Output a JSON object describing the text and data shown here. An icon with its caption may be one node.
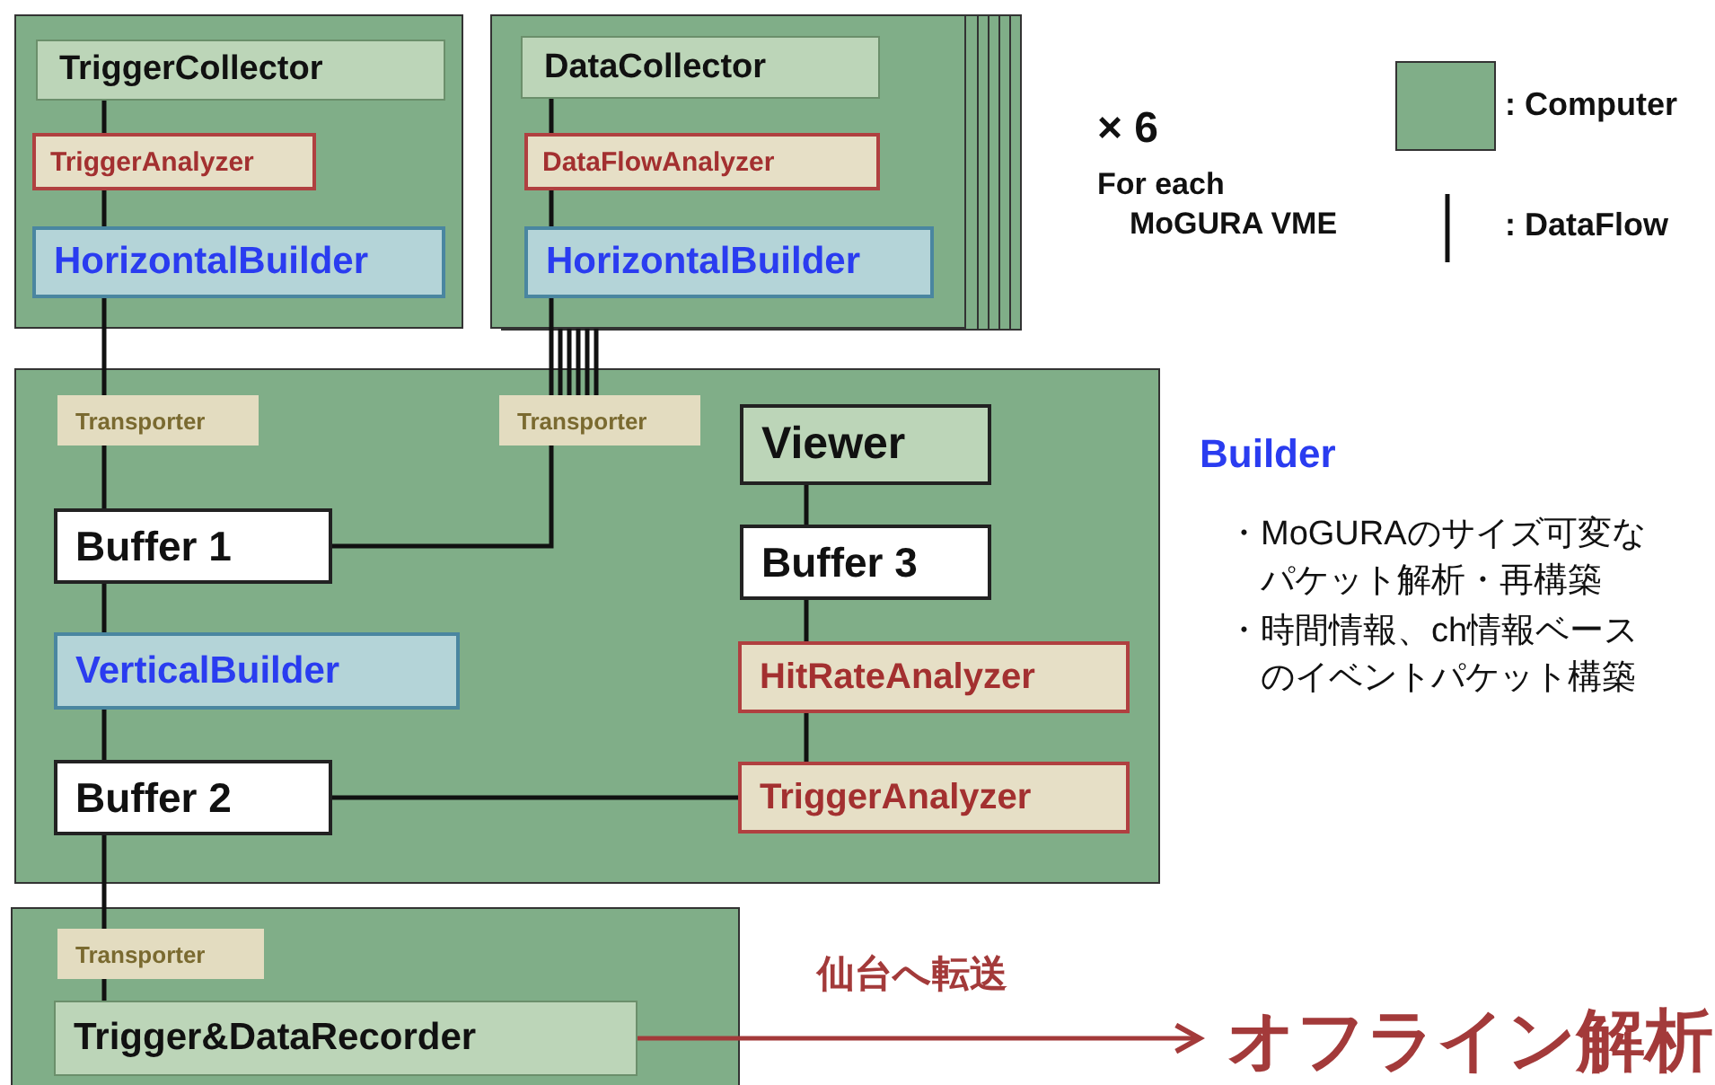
{
  "diagram": {
    "nodes": [
      {
        "text": [],
        "shape": "box"
      },
      {
        "text": [
          "TriggerCollector"
        ],
        "in": 0
      },
      {
        "text": [
          "TriggerAnalyzer"
        ],
        "in": 0
      },
      {
        "text": [
          "HorizontalBuilder"
        ],
        "in": 0
      },
      {
        "text": [],
        "shape": "box"
      },
      {
        "text": [
          "DataCollector"
        ],
        "in": 4
      },
      {
        "text": [
          "DataFlowAnalyzer"
        ],
        "in": 4
      },
      {
        "text": [
          "HorizontalBuilder"
        ],
        "in": 4
      },
      {
        "text": [],
        "shape": "box"
      },
      {
        "text": [
          "Transporter"
        ],
        "in": 8
      },
      {
        "text": [
          "Transporter"
        ],
        "in": 8
      },
      {
        "text": [
          "Viewer"
        ],
        "in": 8
      },
      {
        "text": [
          "Buffer 1"
        ],
        "in": 8
      },
      {
        "text": [
          "Buffer 3"
        ],
        "in": 8
      },
      {
        "text": [
          "VerticalBuilder"
        ],
        "in": 8
      },
      {
        "text": [
          "HitRateAnalyzer"
        ],
        "in": 8
      },
      {
        "text": [
          "Buffer 2"
        ],
        "in": 8
      },
      {
        "text": [
          "TriggerAnalyzer"
        ],
        "in": 8
      },
      {
        "text": [],
        "shape": "box"
      },
      {
        "text": [
          "Transporter"
        ],
        "in": 18
      },
      {
        "text": [
          "Trigger&DataRecorder"
        ],
        "in": 18
      },
      {
        "text": [
          "オフライン解析"
        ]
      }
    ],
    "edges": [
      {
        "from": 1,
        "to": 2,
        "arrow": "none"
      },
      {
        "from": 2,
        "to": 3,
        "arrow": "none"
      },
      {
        "from": 3,
        "to": 9,
        "arrow": "none"
      },
      {
        "from": 9,
        "to": 12,
        "arrow": "none"
      },
      {
        "from": 12,
        "to": 14,
        "arrow": "none"
      },
      {
        "from": 14,
        "to": 16,
        "arrow": "none"
      },
      {
        "from": 16,
        "to": 19,
        "arrow": "none"
      },
      {
        "from": 19,
        "to": 20,
        "arrow": "none"
      },
      {
        "from": 5,
        "to": 6,
        "arrow": "none"
      },
      {
        "from": 6,
        "to": 7,
        "arrow": "none"
      },
      {
        "from": 7,
        "to": 10,
        "arrow": "none"
      },
      {
        "from": 10,
        "to": 12,
        "arrow": "none"
      },
      {
        "from": 11,
        "to": 13,
        "arrow": "none"
      },
      {
        "from": 13,
        "to": 15,
        "arrow": "none"
      },
      {
        "from": 15,
        "to": 17,
        "arrow": "none"
      },
      {
        "from": 17,
        "to": 16,
        "arrow": "none"
      },
      {
        "from": 20,
        "to": 21,
        "arrow": "to",
        "label": "仙台へ転送",
        "color": "#a33a3a"
      }
    ],
    "labels": [
      "× 6",
      "For each MoGURA VME",
      "Builder",
      "・MoGURAのサイズ可変なパケット解析・再構築",
      "・時間情報、ch情報ベースのイベントパケット構築"
    ],
    "legend": [
      {
        "text": ": Computer",
        "color": "#80ae88"
      },
      {
        "text": ": DataFlow"
      }
    ]
  }
}
